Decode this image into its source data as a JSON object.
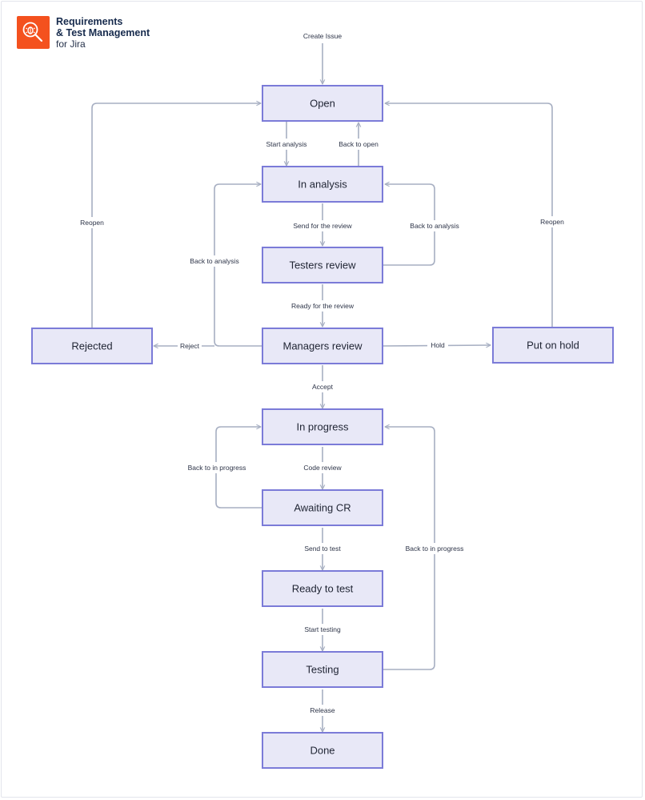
{
  "brand": {
    "line1": "Requirements",
    "line2": "& Test Management",
    "line3": "for Jira",
    "logo_icon": "bug-search-icon",
    "logo_color": "#f4511e"
  },
  "colors": {
    "node_fill": "#e8e8f7",
    "node_stroke": "#7b7bd8",
    "edge": "#a7afc2"
  },
  "statuses": {
    "open": "Open",
    "in_analysis": "In analysis",
    "testers_review": "Testers review",
    "managers_review": "Managers review",
    "rejected": "Rejected",
    "put_on_hold": "Put on hold",
    "in_progress": "In progress",
    "awaiting_cr": "Awaiting CR",
    "ready_to_test": "Ready to test",
    "testing": "Testing",
    "done": "Done"
  },
  "transitions": {
    "create_issue": "Create Issue",
    "start_analysis": "Start analysis",
    "back_to_open": "Back to open",
    "send_for_review": "Send for the review",
    "back_to_analysis_right": "Back to analysis",
    "back_to_analysis_left": "Back to analysis",
    "ready_for_review": "Ready for the review",
    "reject": "Reject",
    "hold": "Hold",
    "reopen_left": "Reopen",
    "reopen_right": "Reopen",
    "accept": "Accept",
    "code_review": "Code review",
    "back_to_in_progress_left": "Back to in progress",
    "send_to_test": "Send to test",
    "start_testing": "Start testing",
    "back_to_in_progress_right": "Back to in progress",
    "release": "Release"
  }
}
